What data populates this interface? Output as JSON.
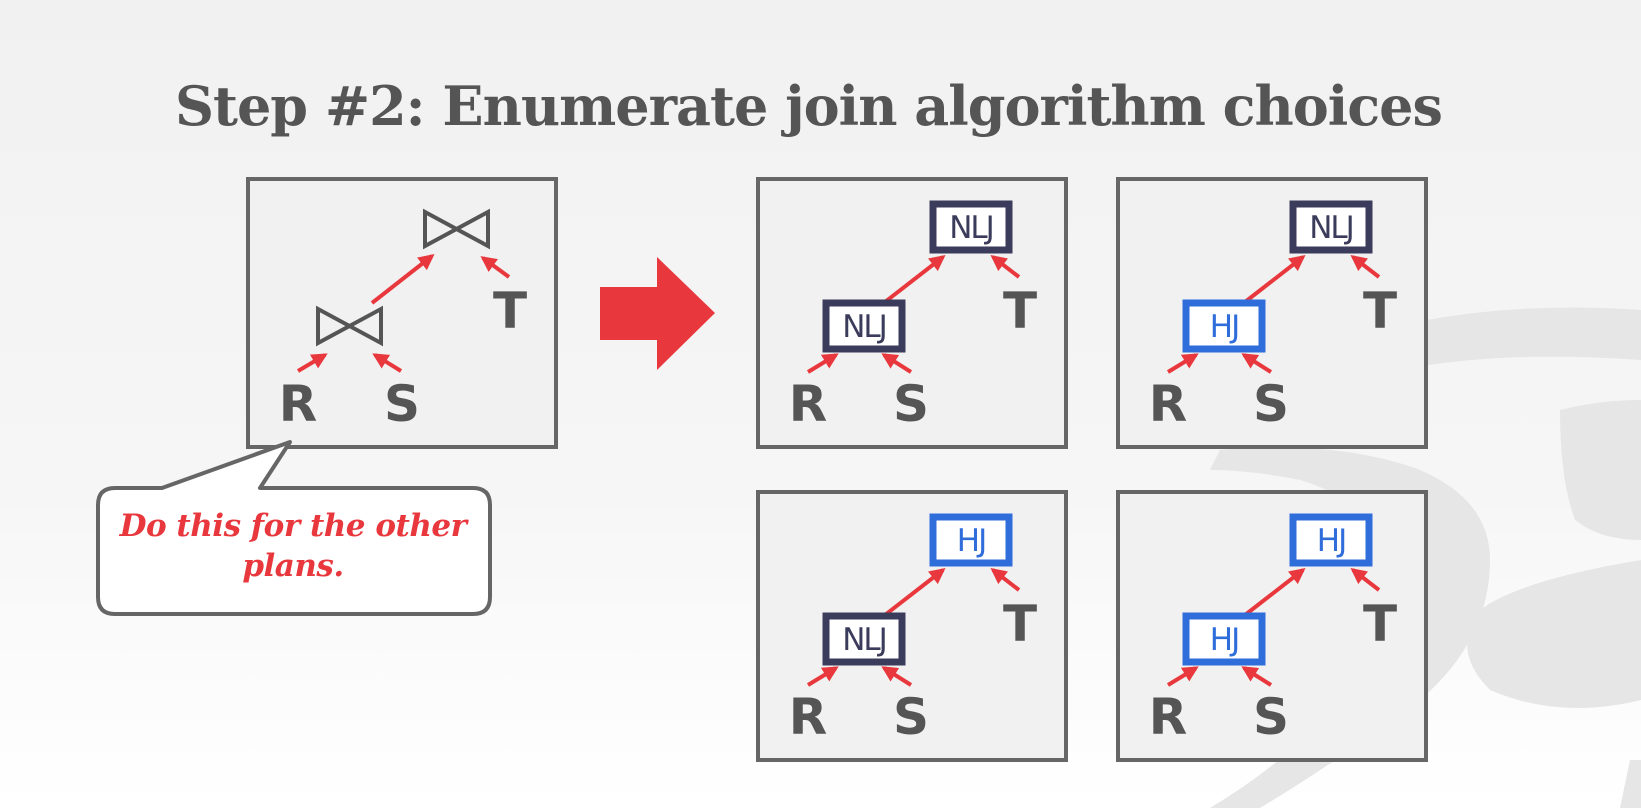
{
  "slide": {
    "title": "Step #2: Enumerate join algorithm choices"
  },
  "callout": {
    "text": "Do this for the other plans."
  },
  "source_plan": {
    "leaves": [
      "R",
      "S",
      "T"
    ],
    "join_symbol": "bowtie-join-icon"
  },
  "plans": [
    {
      "upper": "NLJ",
      "lower": "NLJ",
      "leaves": [
        "R",
        "S",
        "T"
      ]
    },
    {
      "upper": "NLJ",
      "lower": "HJ",
      "leaves": [
        "R",
        "S",
        "T"
      ]
    },
    {
      "upper": "HJ",
      "lower": "NLJ",
      "leaves": [
        "R",
        "S",
        "T"
      ]
    },
    {
      "upper": "HJ",
      "lower": "HJ",
      "leaves": [
        "R",
        "S",
        "T"
      ]
    }
  ],
  "colors": {
    "title": "#555555",
    "arrow": "#e8383d",
    "box_border": "#666666",
    "nlj": "#3b3b5b",
    "hj": "#2f6ddb",
    "callout_text": "#e8383d"
  }
}
